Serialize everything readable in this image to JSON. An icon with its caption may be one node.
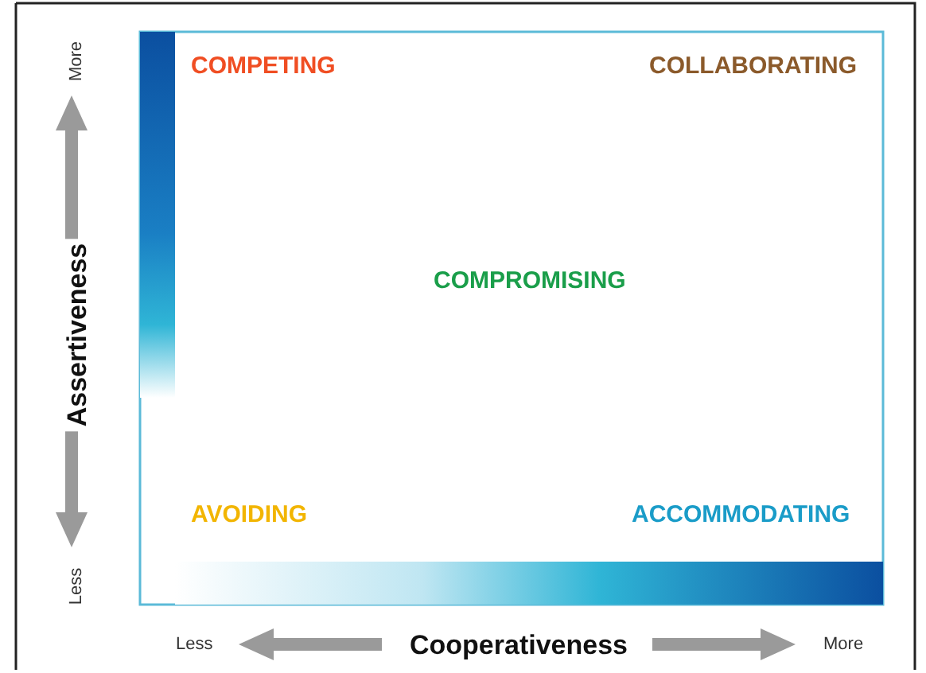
{
  "diagram": {
    "labels": [
      "More",
      "COMPETING",
      "COLLABORATING",
      "COMPROMISING",
      "Assertiveness",
      "AVOIDING",
      "ACCOMMODATING",
      "Less",
      "Less",
      "Cooperativeness",
      "More"
    ]
  }
}
